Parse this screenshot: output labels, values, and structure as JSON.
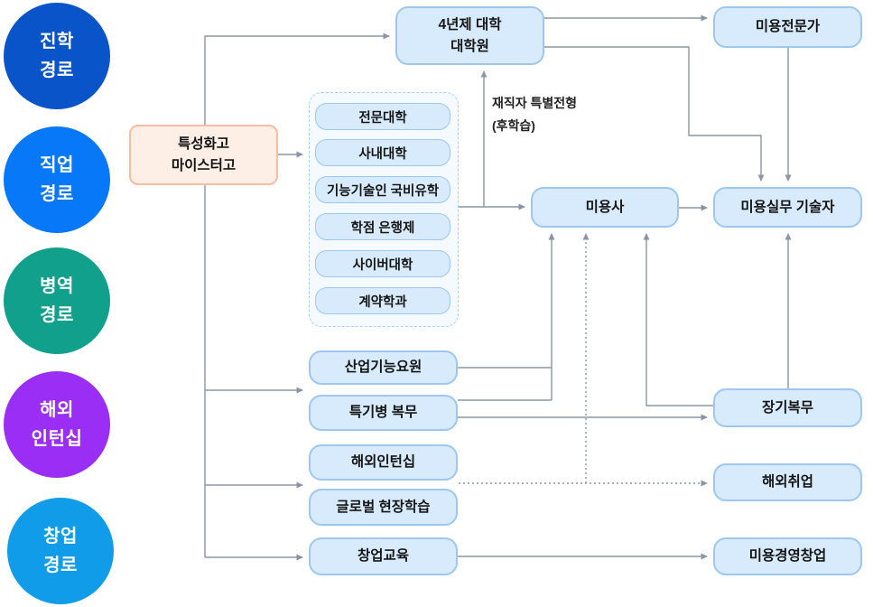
{
  "legend": {
    "circles": [
      {
        "label": "진학\n경로",
        "color": "#0a54ca"
      },
      {
        "label": "직업\n경로",
        "color": "#0778f7"
      },
      {
        "label": "병역\n경로",
        "color": "#10a08c"
      },
      {
        "label": "해외\n인턴십",
        "color": "#9a2ef5"
      },
      {
        "label": "창업\n경로",
        "color": "#119ce9"
      }
    ]
  },
  "nodes": {
    "root": {
      "label": "특성화고\n마이스터고"
    },
    "university": {
      "label": "4년제 대학\n대학원"
    },
    "beauty_expert": {
      "label": "미용전문가"
    },
    "beautician": {
      "label": "미용사"
    },
    "beauty_technician": {
      "label": "미용실무 기술자"
    },
    "industrial_agent": {
      "label": "산업기능요원"
    },
    "specialty_soldier": {
      "label": "특기병 복무"
    },
    "overseas_intern": {
      "label": "해외인턴십"
    },
    "global_learning": {
      "label": "글로벌 현장학습"
    },
    "startup_training": {
      "label": "창업교육"
    },
    "longterm_service": {
      "label": "장기복무"
    },
    "overseas_job": {
      "label": "해외취업"
    },
    "beauty_business": {
      "label": "미용경영창업"
    }
  },
  "edu": {
    "items": [
      "전문대학",
      "사내대학",
      "기능기술인 국비유학",
      "학점 은행제",
      "사이버대학",
      "계약학과"
    ]
  },
  "annotations": {
    "special_admission": "재직자 특별전형\n(후학습)"
  },
  "colors": {
    "node_fill": "#d8ebfc",
    "node_border": "#9dc7f0",
    "root_fill": "#fdeee6",
    "root_border": "#f5bda2",
    "edu_group_fill": "#f4faff",
    "edu_group_border": "#a6d0f3",
    "connector": "#8b95a5",
    "text": "#151515"
  }
}
